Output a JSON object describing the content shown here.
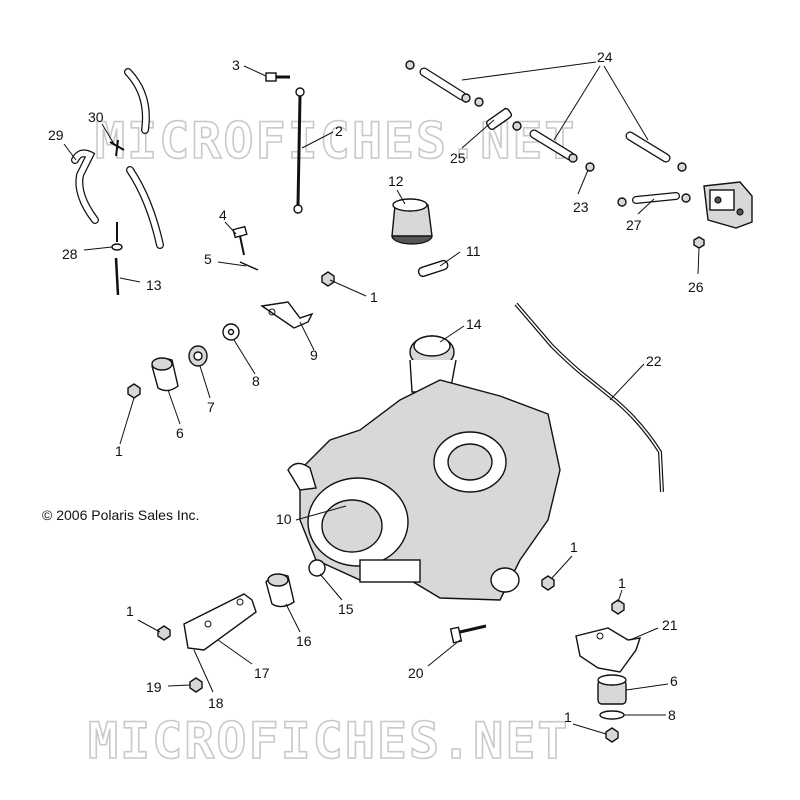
{
  "copyright": "© 2006 Polaris Sales Inc.",
  "watermark": "MICROFICHES.NET",
  "callouts": [
    "1",
    "2",
    "3",
    "4",
    "5",
    "6",
    "7",
    "8",
    "9",
    "10",
    "11",
    "12",
    "13",
    "14",
    "15",
    "16",
    "17",
    "18",
    "19",
    "20",
    "21",
    "22",
    "23",
    "24",
    "25",
    "26",
    "27",
    "28",
    "29",
    "30"
  ]
}
